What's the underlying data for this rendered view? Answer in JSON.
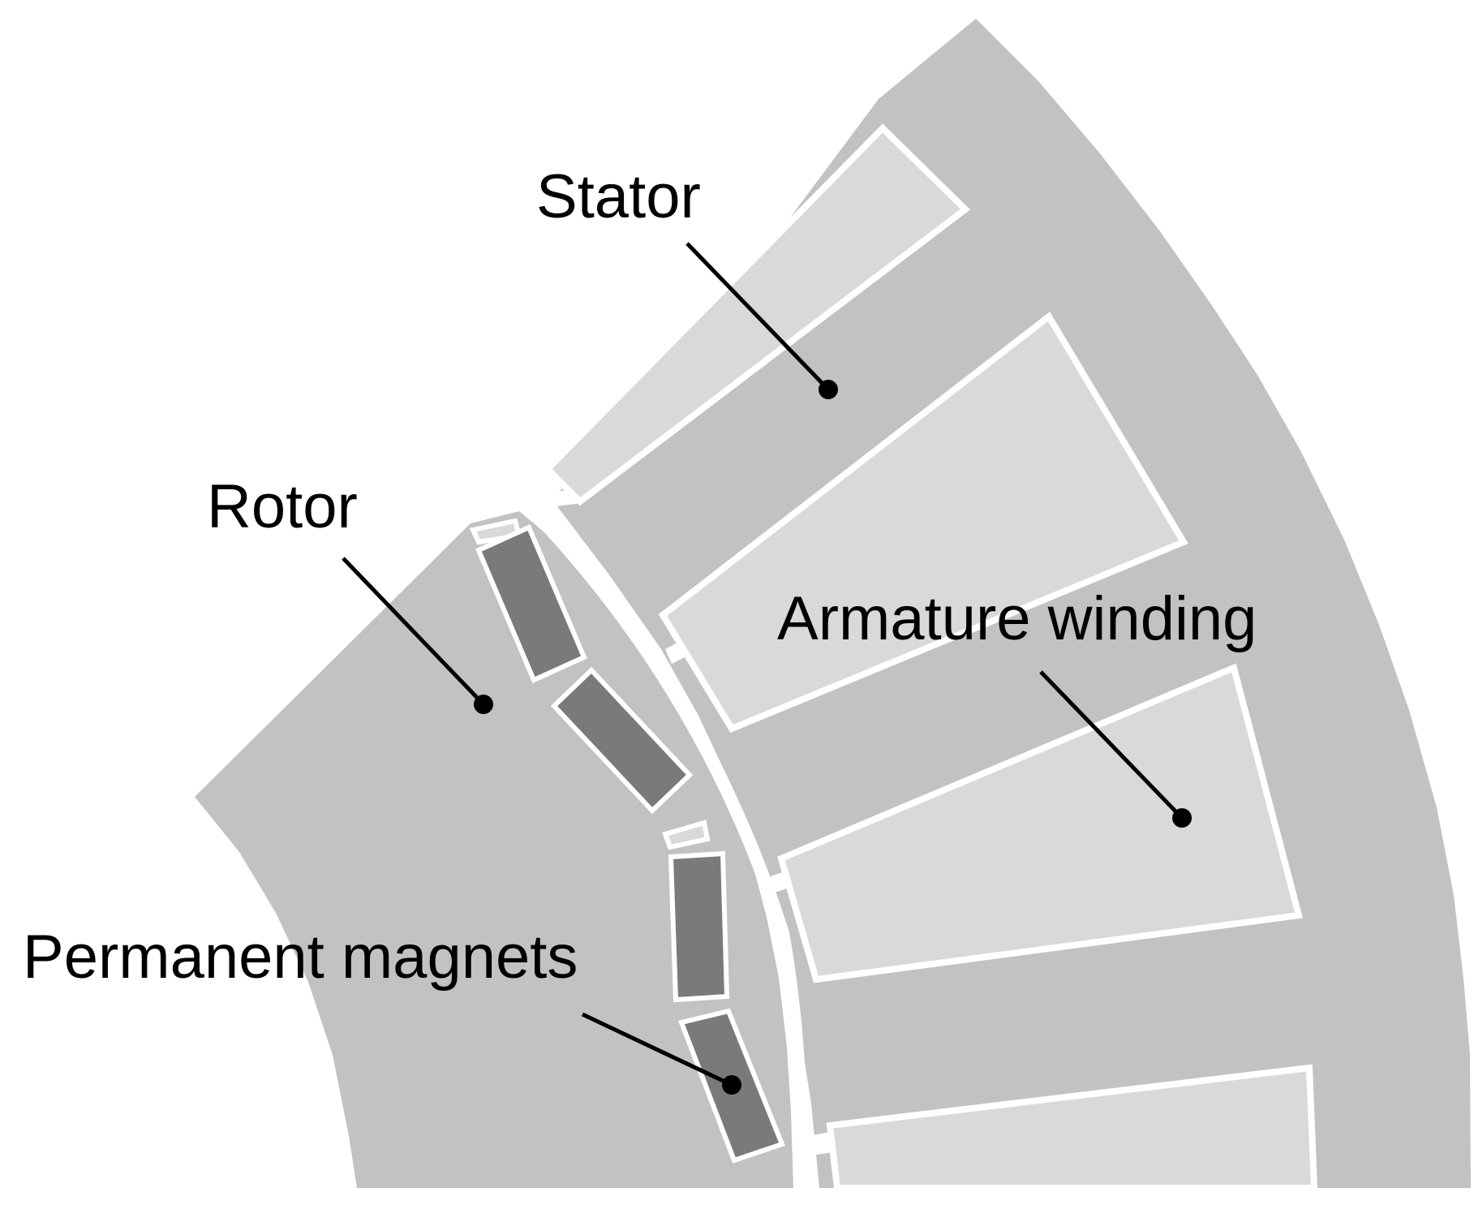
{
  "labels": {
    "stator": "Stator",
    "rotor": "Rotor",
    "armature": "Armature winding",
    "magnets": "Permanent magnets"
  },
  "colors": {
    "background": "#ffffff",
    "core": "#c2c2c2",
    "winding": "#d9d9d9",
    "magnet": "#7a7a7a",
    "gap": "#ffffff",
    "leader": "#000000"
  }
}
